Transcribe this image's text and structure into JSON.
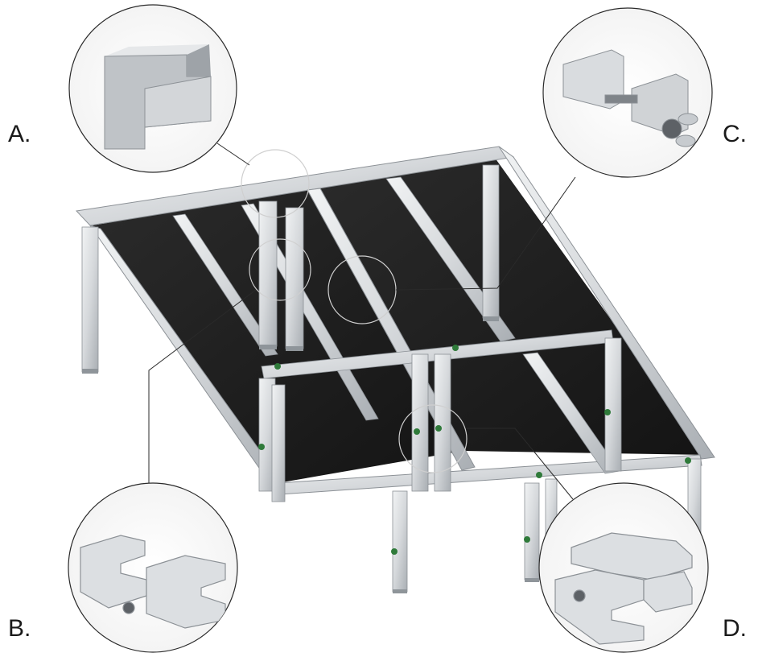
{
  "labels": {
    "a": "A.",
    "b": "B.",
    "c": "C.",
    "d": "D."
  },
  "colors": {
    "deck": "#1f1f1f",
    "aluminium": "#d9dcdf",
    "aluminium_shade": "#a9aeb3",
    "callout_line": "#2a2a2a",
    "knob": "#2f7a3a"
  }
}
